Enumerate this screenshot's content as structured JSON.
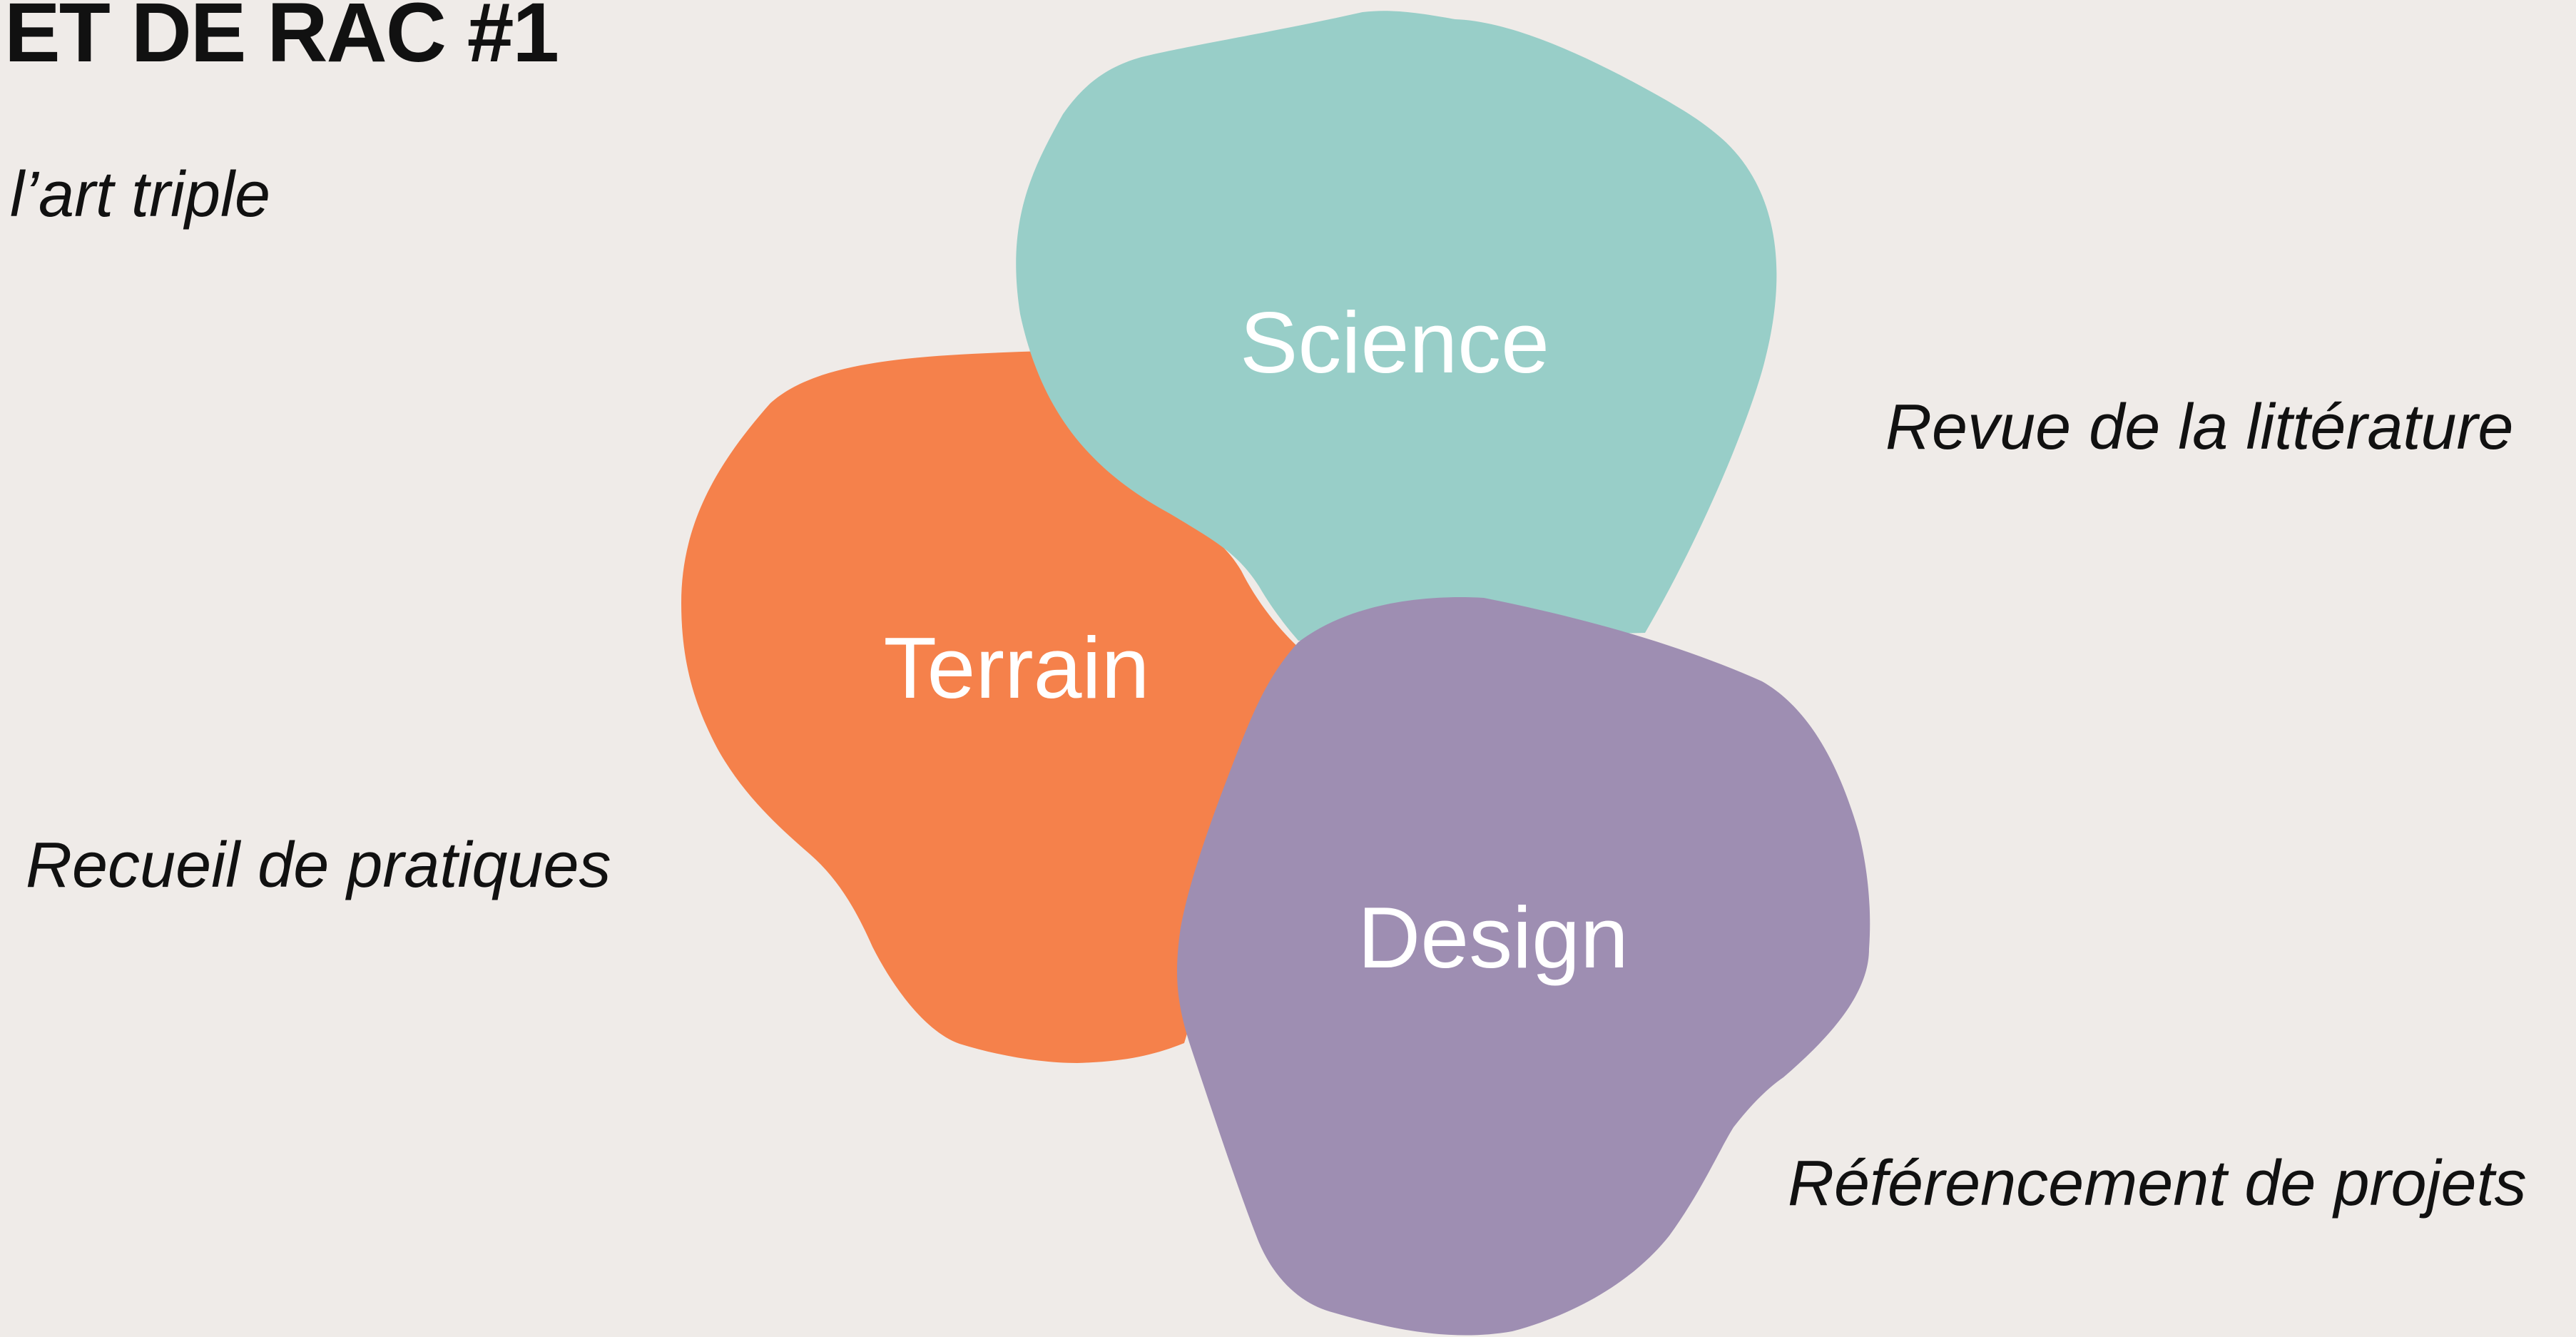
{
  "header": {
    "title": "ET DE RAC #1",
    "subtitle": "l’art triple"
  },
  "blobs": {
    "science": {
      "label": "Science",
      "color": "#98cec8"
    },
    "terrain": {
      "label": "Terrain",
      "color": "#f5814b"
    },
    "design": {
      "label": "Design",
      "color": "#9e8eb2"
    }
  },
  "notes": {
    "literature": "Revue de la littérature",
    "practices": "Recueil de pratiques",
    "projects": "Référencement de projets"
  }
}
